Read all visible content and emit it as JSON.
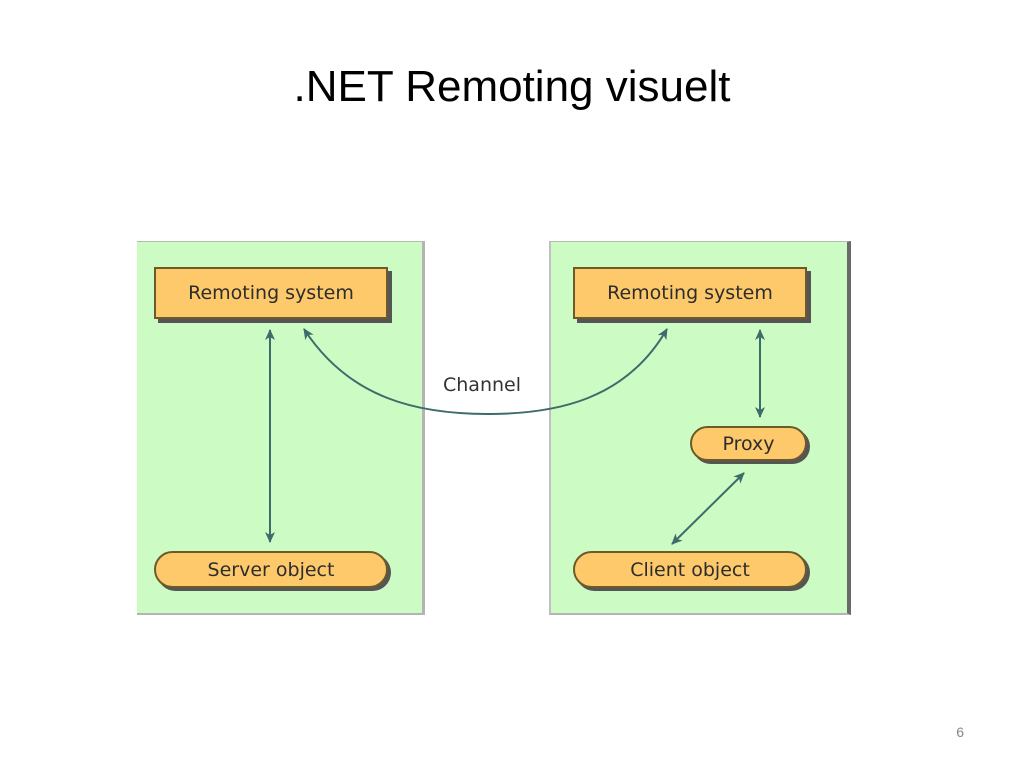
{
  "slide": {
    "title": ".NET Remoting visuelt",
    "page_number": "6"
  },
  "diagram": {
    "server_side": {
      "remoting_system": "Remoting system",
      "server_object": "Server object"
    },
    "client_side": {
      "remoting_system": "Remoting system",
      "proxy": "Proxy",
      "client_object": "Client object"
    },
    "channel_label": "Channel",
    "colors": {
      "panel_fill": "#ccfcc4",
      "node_fill": "#fdc96a",
      "arrow": "#3e6b6b"
    }
  }
}
